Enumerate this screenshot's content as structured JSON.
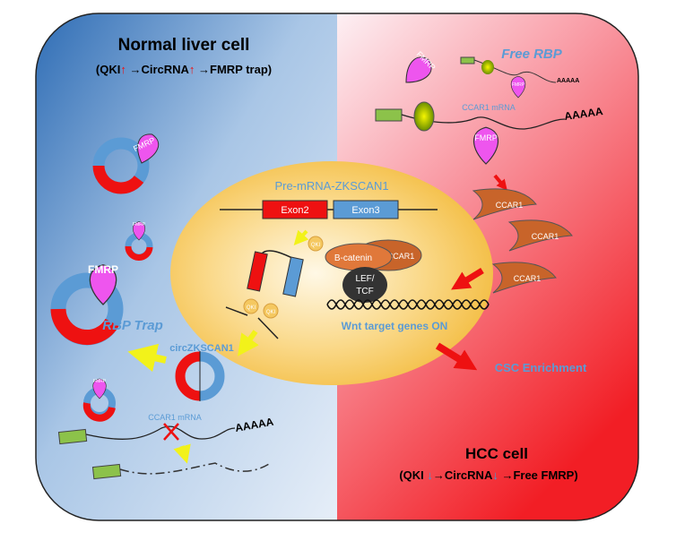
{
  "left": {
    "title": "Normal liver cell",
    "subtitle": {
      "p1": "(QKI",
      "p2": " →CircRNA",
      "p3": " →FMRP trap)",
      "arrow": "↑",
      "arrow_color": "#ee1111"
    },
    "rbp_trap": "RBP Trap",
    "circ_label": "circZKSCAN1",
    "mrna_label": "CCAR1 mRNA",
    "polya": "AAAAA",
    "fmrp": "FMRP"
  },
  "right": {
    "free_rbp": "Free RBP",
    "mrna_label": "CCAR1 mRNA",
    "polya": "AAAAA",
    "fmrp": "FMRP",
    "ccar1": "CCAR1",
    "csc": "CSC Enrichment",
    "title": "HCC cell",
    "subtitle": {
      "p1": "(QKI ",
      "p2": "→CircRNA",
      "p3": " →Free FMRP)",
      "arrow": "↓",
      "arrow_color": "#3aa0dd"
    }
  },
  "nucleus": {
    "pre_mrna": "Pre-mRNA-ZKSCAN1",
    "exon2": "Exon2",
    "exon3": "Exon3",
    "qki": "QKI",
    "bcatenin": "B-catenin",
    "ccar1": "CCAR1",
    "lef": "LEF/",
    "tcf": "TCF",
    "wnt": "Wnt target genes ON"
  },
  "colors": {
    "label_blue": "#5b9bd5",
    "exon_red": "#ee1111",
    "exon_blue": "#5b9bd5",
    "fmrp": "#ee55ee",
    "ccar1": "#c8642a",
    "arrow_yellow": "#f2f21a",
    "arrow_red": "#ee1111"
  }
}
